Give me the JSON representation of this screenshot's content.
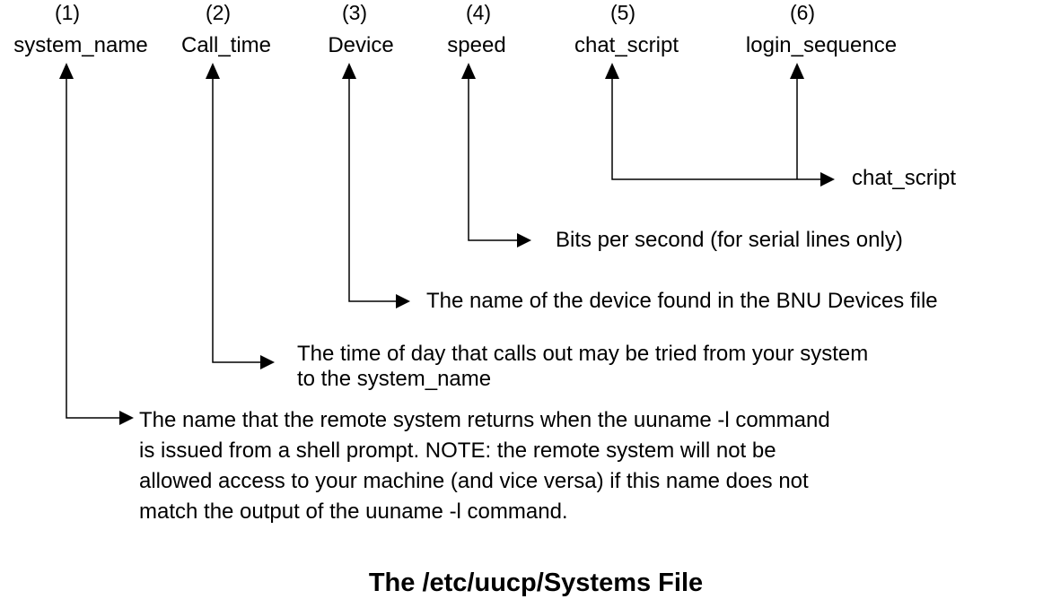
{
  "fields": [
    {
      "number": "(1)",
      "name": "system_name"
    },
    {
      "number": "(2)",
      "name": "Call_time"
    },
    {
      "number": "(3)",
      "name": "Device"
    },
    {
      "number": "(4)",
      "name": "speed"
    },
    {
      "number": "(5)",
      "name": "chat_script"
    },
    {
      "number": "(6)",
      "name": "login_sequence"
    }
  ],
  "descriptions": {
    "chat_script": "chat_script",
    "speed": "Bits per second (for serial lines only)",
    "device": "The name of the device found in the BNU Devices file",
    "call_time": [
      "The time of day that calls out may be tried from your system",
      "to the system_name"
    ],
    "system_name": [
      "The name that the remote system returns when the uuname -l command",
      "is issued from a shell prompt. NOTE: the remote system will not be",
      "allowed access to your machine (and vice versa) if this name does not",
      "match the output of the uuname -l command."
    ]
  },
  "caption": "The /etc/uucp/Systems File"
}
